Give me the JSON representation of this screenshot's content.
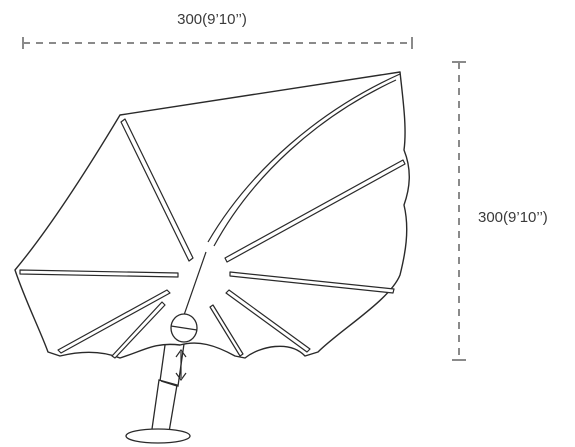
{
  "dimensions": {
    "width_label": "300(9’10’’)",
    "height_label": "300(9’10’’)"
  },
  "colors": {
    "outline": "#2a2a2a",
    "dimension_line": "#8a8a8a",
    "label_text": "#3a3a3a",
    "background": "#ffffff"
  },
  "icons": {
    "adjust_arrow": "double-headed-vertical-arrow"
  }
}
